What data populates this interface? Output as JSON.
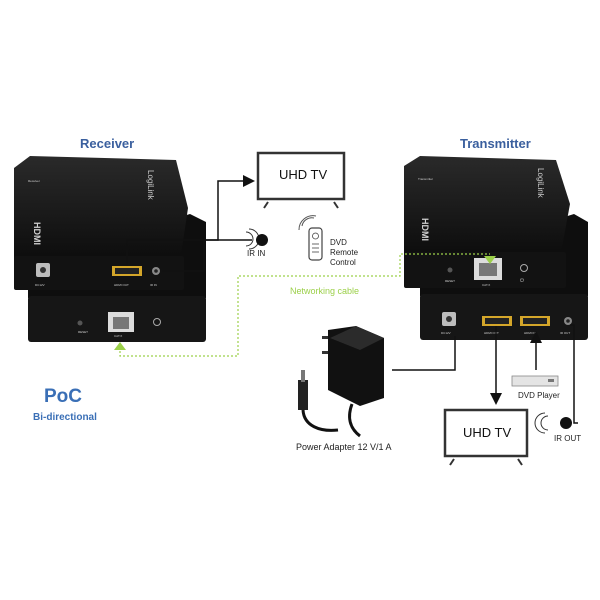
{
  "labels": {
    "receiver": "Receiver",
    "transmitter": "Transmitter",
    "uhd_tv": "UHD TV",
    "ir_in": "IR IN",
    "ir_out": "IR OUT",
    "dvd_remote": "DVD Remote Control",
    "networking_cable": "Networking cable",
    "dvd_player": "DVD Player",
    "power_adapter": "Power Adapter 12 V/1 A",
    "poc": "PoC",
    "bi_directional": "Bi-directional"
  },
  "device": {
    "brand": "LogiLink",
    "hdmi": "HDMI",
    "model_rx": "Receiver",
    "model_tx": "Transmitter",
    "ports": {
      "dc12v": "DC12V",
      "hdmi_out": "HDMI OUT",
      "hdmi_in": "HDMI IN",
      "ir_in": "IR IN",
      "ir_out": "IR OUT",
      "reset": "RESET",
      "catx": "CAT.X",
      "power": "⏻"
    }
  },
  "colors": {
    "title": "#3a5f9e",
    "device": "#141414",
    "network": "#9cd04a",
    "hdmi_gold": "#d4a62a"
  }
}
